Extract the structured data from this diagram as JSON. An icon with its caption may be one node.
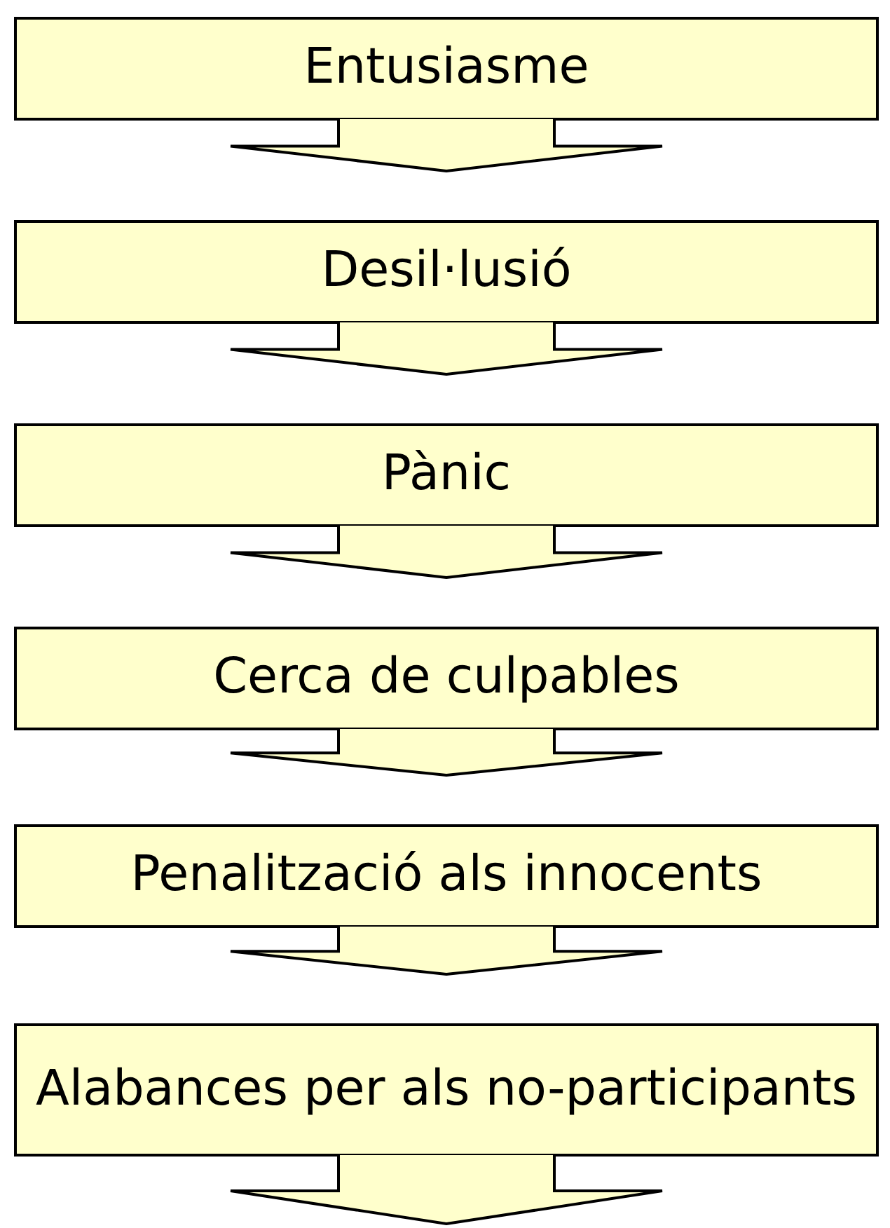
{
  "diagram": {
    "nodes": [
      {
        "text": [
          "Entusiasme"
        ]
      },
      {
        "text": [
          "Desil·lusió"
        ]
      },
      {
        "text": [
          "Pànic"
        ]
      },
      {
        "text": [
          "Cerca de culpables"
        ]
      },
      {
        "text": [
          "Penalització als innocents"
        ]
      },
      {
        "text": [
          "Alabances per als no-participants"
        ]
      }
    ],
    "edges": [
      {
        "from": 0,
        "to": 1,
        "arrow": "to"
      },
      {
        "from": 1,
        "to": 2,
        "arrow": "to"
      },
      {
        "from": 2,
        "to": 3,
        "arrow": "to"
      },
      {
        "from": 3,
        "to": 4,
        "arrow": "to"
      },
      {
        "from": 4,
        "to": 5,
        "arrow": "to"
      },
      {
        "from": 5,
        "to": null,
        "arrow": "to"
      }
    ]
  }
}
